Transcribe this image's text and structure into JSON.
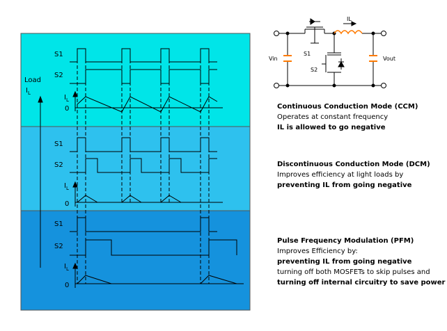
{
  "colors": {
    "ccm_band": "#00e5e8",
    "dcm_band": "#2ec1ee",
    "pfm_band": "#1592dd",
    "band_border": "#555555",
    "wave": "#000000",
    "inductor": "#ff7a00",
    "capacitor": "#ff7a00"
  },
  "left": {
    "load_label": "Load",
    "il_axis_label": "I",
    "il_axis_sub": "L"
  },
  "ccm": {
    "s1": "S1",
    "s2": "S2",
    "il": "I",
    "il_sub": "L",
    "zero": "0",
    "title": "Continuous Conduction Mode (CCM)",
    "line1": "Operates at constant frequency",
    "line2": "IL is allowed to go negative"
  },
  "dcm": {
    "s1": "S1",
    "s2": "S2",
    "il": "I",
    "il_sub": "L",
    "zero": "0",
    "title": "Discontinuous Conduction Mode (DCM)",
    "line1": "Improves efficiency at light loads by",
    "line2": "preventing IL from going negative"
  },
  "pfm": {
    "s1": "S1",
    "s2": "S2",
    "il": "I",
    "il_sub": "L",
    "zero": "0",
    "title": "Pulse Frequency Modulation (PFM)",
    "line1": "Improves Efficiency by:",
    "line2": "preventing IL from going negative",
    "line3": "turning off both MOSFETs to skip pulses and",
    "line4": "turning off internal circuitry to save power"
  },
  "circuit": {
    "il": "IL",
    "vin": "Vin",
    "vout": "Vout",
    "s1": "S1",
    "s2": "S2"
  }
}
